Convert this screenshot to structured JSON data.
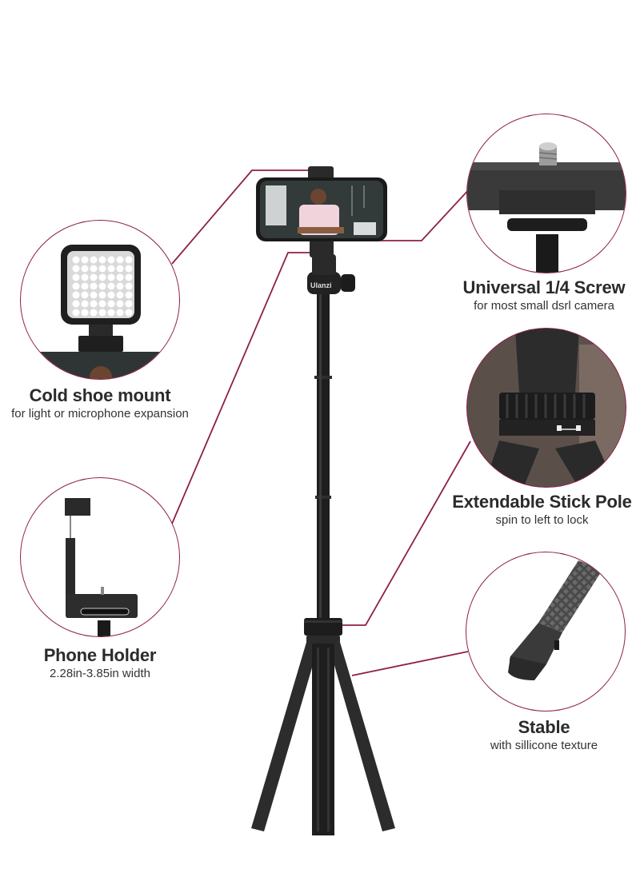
{
  "accent_color": "#8e1f4c",
  "brand_on_product": "Ulanzi",
  "features": [
    {
      "id": "cold-shoe",
      "title": "Cold shoe mount",
      "subtitle": "for light or microphone expansion"
    },
    {
      "id": "screw",
      "title": "Universal 1/4 Screw",
      "subtitle": "for most small dsrl camera"
    },
    {
      "id": "stick-pole",
      "title": "Extendable Stick Pole",
      "subtitle": "spin to left to lock"
    },
    {
      "id": "phone-holder",
      "title": "Phone Holder",
      "subtitle": "2.28in-3.85in width"
    },
    {
      "id": "stable",
      "title": "Stable",
      "subtitle": "with sillicone texture"
    }
  ]
}
